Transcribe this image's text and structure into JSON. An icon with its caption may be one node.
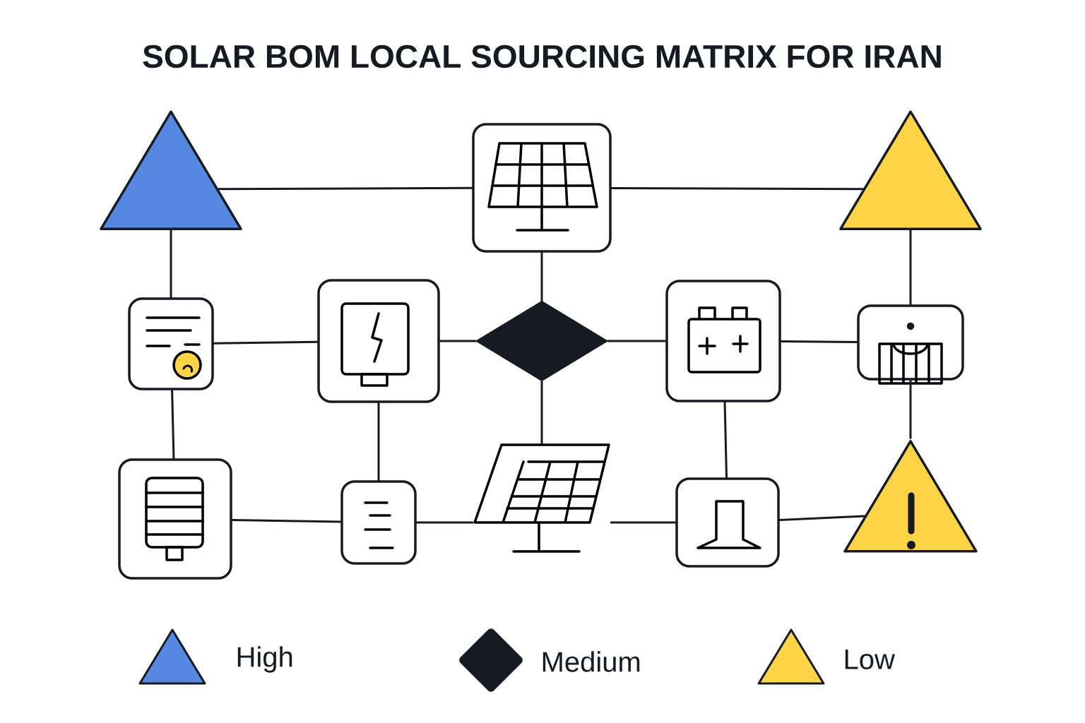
{
  "diagram": {
    "title": "SOLAR BOM LOCAL SOURCING MATRIX FOR IRAN",
    "nodes": [
      {
        "text": [],
        "shape": "triangle"
      },
      {
        "text": [],
        "shape": "box"
      },
      {
        "text": [],
        "shape": "triangle"
      },
      {
        "text": [],
        "shape": "box"
      },
      {
        "text": [],
        "shape": "box"
      },
      {
        "text": [],
        "shape": "diamond"
      },
      {
        "text": [],
        "shape": "box"
      },
      {
        "text": [],
        "shape": "box"
      },
      {
        "text": [],
        "shape": "box"
      },
      {
        "text": [],
        "shape": "box"
      },
      {
        "text": [],
        "shape": "picture"
      },
      {
        "text": [],
        "shape": "box"
      },
      {
        "text": [],
        "shape": "triangle"
      }
    ],
    "edges": [
      {
        "from": 0,
        "to": 1,
        "arrow": "none"
      },
      {
        "from": 1,
        "to": 2,
        "arrow": "none"
      },
      {
        "from": 0,
        "to": 3,
        "arrow": "none"
      },
      {
        "from": 2,
        "to": 7,
        "arrow": "none"
      },
      {
        "from": 3,
        "to": 4,
        "arrow": "none"
      },
      {
        "from": 4,
        "to": 5,
        "arrow": "none"
      },
      {
        "from": 5,
        "to": 6,
        "arrow": "none"
      },
      {
        "from": 6,
        "to": 7,
        "arrow": "none"
      },
      {
        "from": 1,
        "to": 5,
        "arrow": "none"
      },
      {
        "from": 3,
        "to": 8,
        "arrow": "none"
      },
      {
        "from": 4,
        "to": 9,
        "arrow": "none"
      },
      {
        "from": 5,
        "to": 10,
        "arrow": "none"
      },
      {
        "from": 6,
        "to": 11,
        "arrow": "none"
      },
      {
        "from": 7,
        "to": 12,
        "arrow": "none"
      },
      {
        "from": 8,
        "to": 9,
        "arrow": "none"
      },
      {
        "from": 9,
        "to": 10,
        "arrow": "none"
      },
      {
        "from": 10,
        "to": 11,
        "arrow": "none"
      },
      {
        "from": 11,
        "to": 12,
        "arrow": "none"
      }
    ],
    "legend": [
      {
        "text": "High",
        "color": "#5588e0"
      },
      {
        "text": "Medium",
        "color": "#161a22"
      },
      {
        "text": "Low",
        "color": "#fdd445"
      }
    ]
  }
}
